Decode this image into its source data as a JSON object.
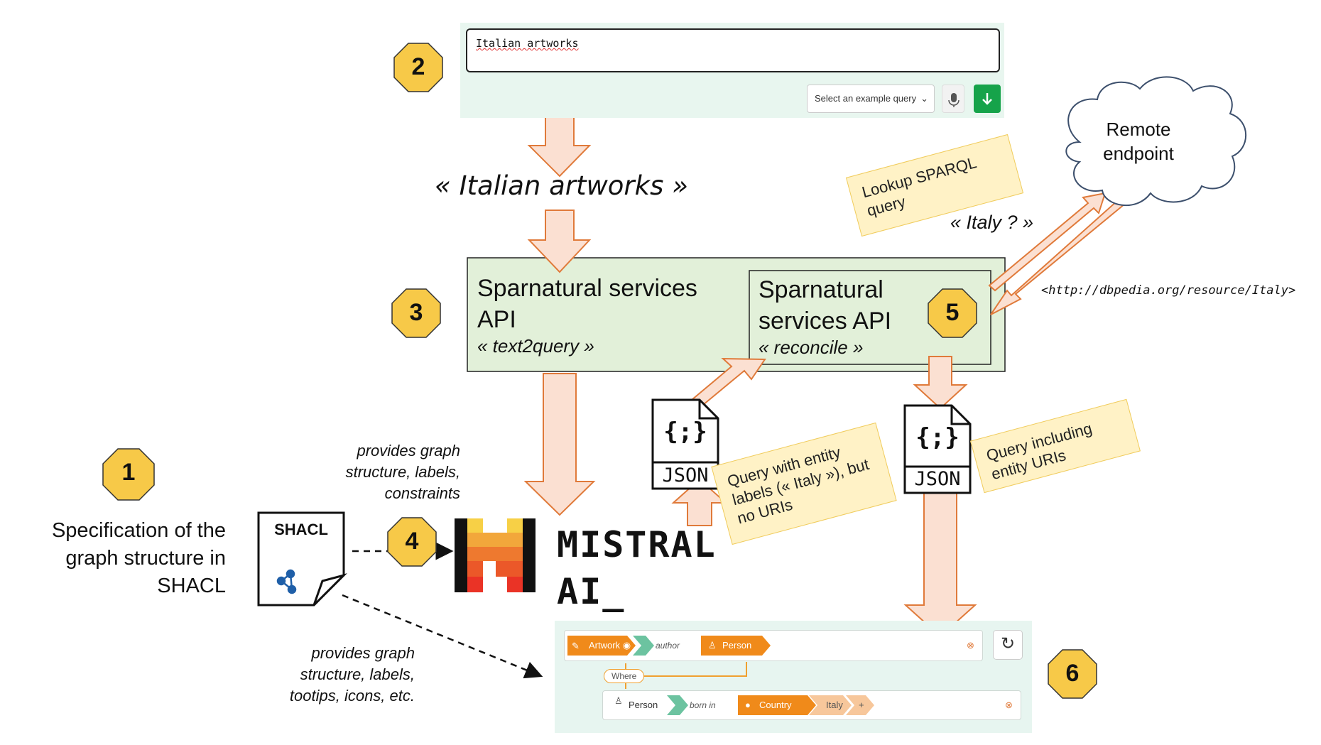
{
  "query_widget": {
    "input_value": "Italian artworks",
    "select_label": "Select an example query",
    "mic_icon": "microphone-icon",
    "submit_icon": "arrow-down-icon"
  },
  "badges": [
    "1",
    "2",
    "3",
    "4",
    "5",
    "6"
  ],
  "quote_query": "« Italian artworks »",
  "service_text2query": {
    "title": "Sparnatural services API",
    "subtitle": "« text2query »"
  },
  "service_reconcile": {
    "title": "Sparnatural services API",
    "subtitle": "« reconcile »"
  },
  "notes": {
    "lookup": "Lookup SPARQL query",
    "entity_labels": "Query with entity labels (« Italy »), but no URIs",
    "entity_uris": "Query including entity URIs"
  },
  "quote_italy": "« Italy ? »",
  "cloud_label": "Remote endpoint",
  "uri": "<http://dbpedia.org/resource/Italy>",
  "json_label": "JSON",
  "json_glyph": "{;}",
  "shacl": {
    "label": "SHACL",
    "caption_top": "provides graph structure, labels, constraints",
    "caption_bottom": "provides graph structure, labels, tootips, icons, etc.",
    "spec": "Specification of the graph structure in SHACL"
  },
  "mistral": {
    "line1": "MISTRAL",
    "line2": "AI_"
  },
  "sparnatural": {
    "row1": {
      "subject": "Artwork",
      "predicate": "author",
      "object": "Person"
    },
    "where": "Where",
    "row2": {
      "subject": "Person",
      "predicate": "born in",
      "object": "Country",
      "value": "Italy",
      "add": "+"
    }
  },
  "colors": {
    "badge": "#f7c948",
    "arrow_fill": "#fbe0d2",
    "arrow_stroke": "#e07a3a",
    "service_box": "#e2f0d9",
    "note": "#fff2c6",
    "chip_orange": "#f08a1a"
  }
}
